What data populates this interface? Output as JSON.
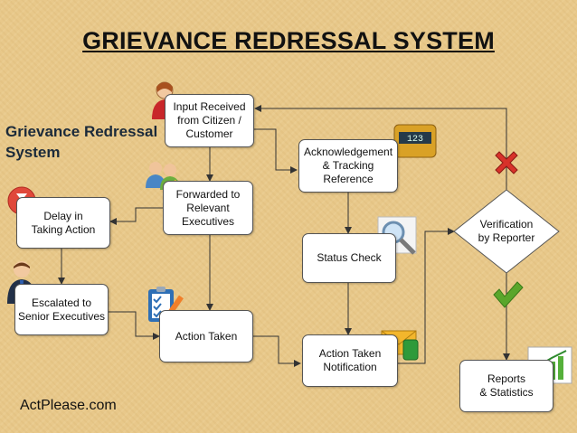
{
  "title": "GRIEVANCE REDRESSAL SYSTEM",
  "side_title": "Grievance Redressal\nSystem",
  "brand": "ActPlease.com",
  "nodes": {
    "input": "Input Received\nfrom Citizen /\nCustomer",
    "forwarded": "Forwarded to\nRelevant\nExecutives",
    "delay": "Delay in\nTaking Action",
    "escalated": "Escalated to\nSenior Executives",
    "action": "Action Taken",
    "ack": "Acknowledgement\n& Tracking\nReference",
    "status": "Status Check",
    "notification": "Action Taken\nNotification",
    "verification": "Verification\nby Reporter",
    "reports": "Reports\n& Statistics"
  },
  "icons": {
    "counter_text": "123",
    "colors": {
      "reject": "#d8322a",
      "approve": "#5aa62b",
      "accent_blue": "#2e6fb5",
      "chart_green": "#55b03a"
    }
  }
}
